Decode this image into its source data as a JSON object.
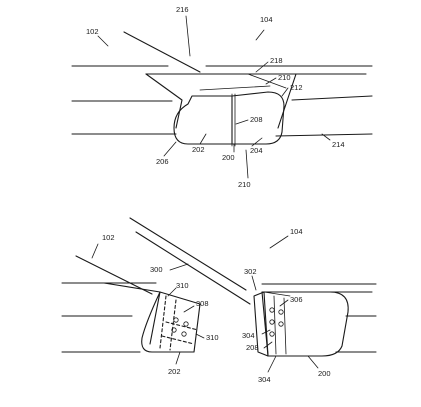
{
  "figure": {
    "top": {
      "labels": [
        {
          "id": "l102",
          "text": "102"
        },
        {
          "id": "l216",
          "text": "216"
        },
        {
          "id": "l104",
          "text": "104"
        },
        {
          "id": "l218",
          "text": "218"
        },
        {
          "id": "l210a",
          "text": "210"
        },
        {
          "id": "l212",
          "text": "212"
        },
        {
          "id": "l208",
          "text": "208"
        },
        {
          "id": "l202",
          "text": "202"
        },
        {
          "id": "l204",
          "text": "204"
        },
        {
          "id": "l200",
          "text": "200"
        },
        {
          "id": "l206",
          "text": "206"
        },
        {
          "id": "l214",
          "text": "214"
        },
        {
          "id": "l210b",
          "text": "210"
        }
      ]
    },
    "bottom": {
      "labels": [
        {
          "id": "b102",
          "text": "102"
        },
        {
          "id": "b104",
          "text": "104"
        },
        {
          "id": "b300",
          "text": "300"
        },
        {
          "id": "b302",
          "text": "302"
        },
        {
          "id": "b310a",
          "text": "310"
        },
        {
          "id": "b308",
          "text": "308"
        },
        {
          "id": "b306",
          "text": "306"
        },
        {
          "id": "b304a",
          "text": "304"
        },
        {
          "id": "b310b",
          "text": "310"
        },
        {
          "id": "b208",
          "text": "208"
        },
        {
          "id": "b202",
          "text": "202"
        },
        {
          "id": "b304b",
          "text": "304"
        },
        {
          "id": "b200",
          "text": "200"
        }
      ]
    }
  }
}
